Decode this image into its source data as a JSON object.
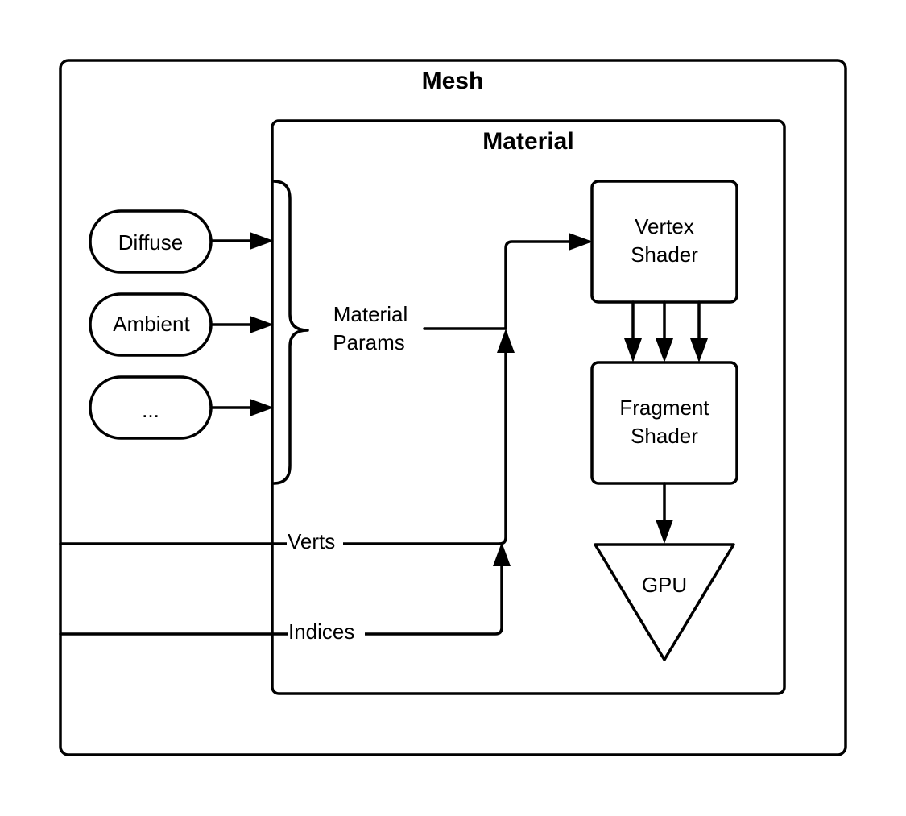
{
  "mesh": {
    "title": "Mesh"
  },
  "material": {
    "title": "Material",
    "params_line1": "Material",
    "params_line2": "Params"
  },
  "inputs": [
    {
      "label": "Diffuse"
    },
    {
      "label": "Ambient"
    },
    {
      "label": "..."
    }
  ],
  "vertex_shader": {
    "line1": "Vertex",
    "line2": "Shader"
  },
  "fragment_shader": {
    "line1": "Fragment",
    "line2": "Shader"
  },
  "gpu": {
    "label": "GPU"
  },
  "wires": {
    "verts": "Verts",
    "indices": "Indices"
  },
  "colors": {
    "stroke": "#000000",
    "background": "#ffffff"
  }
}
